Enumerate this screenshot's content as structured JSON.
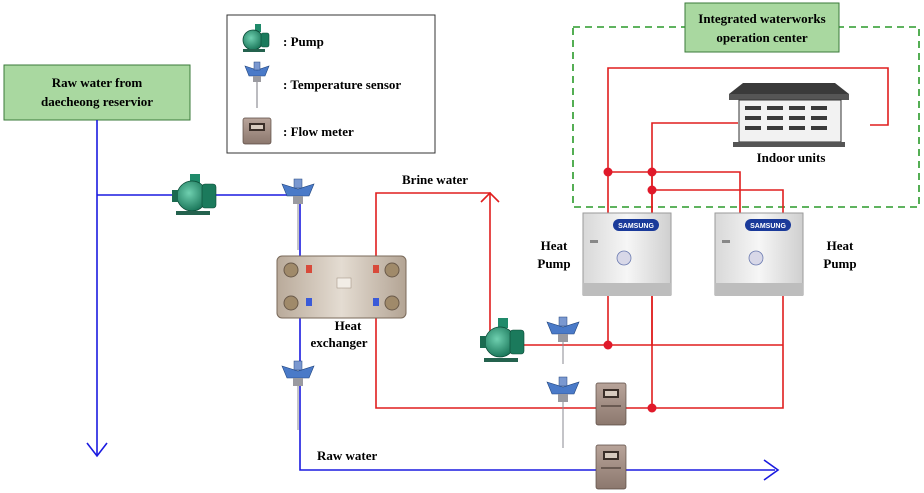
{
  "legend": {
    "pump": ": Pump",
    "temperature_sensor": ": Temperature sensor",
    "flow_meter": ": Flow meter"
  },
  "source_box": {
    "line1": "Raw water from",
    "line2": "daecheong reservior"
  },
  "control_center": {
    "line1": "Integrated waterworks",
    "line2": "operation center"
  },
  "labels": {
    "indoor_units": "Indoor units",
    "heat_exchanger_1": "Heat",
    "heat_exchanger_2": "exchanger",
    "heat_pump_left_1": "Heat",
    "heat_pump_left_2": "Pump",
    "heat_pump_right_1": "Heat",
    "heat_pump_right_2": "Pump",
    "brine_water": "Brine water",
    "raw_water": "Raw water"
  },
  "unit_brand": "SAMSUNG",
  "colors": {
    "raw_water_line": "#1a1ae0",
    "brine_line": "#e01e1e",
    "node": "#e0192a",
    "label_box_fill": "#a9d8a0",
    "label_box_border": "#3a7a3a",
    "dashed_border": "#2a9a2a",
    "pump_body": "#1f8a6a"
  }
}
